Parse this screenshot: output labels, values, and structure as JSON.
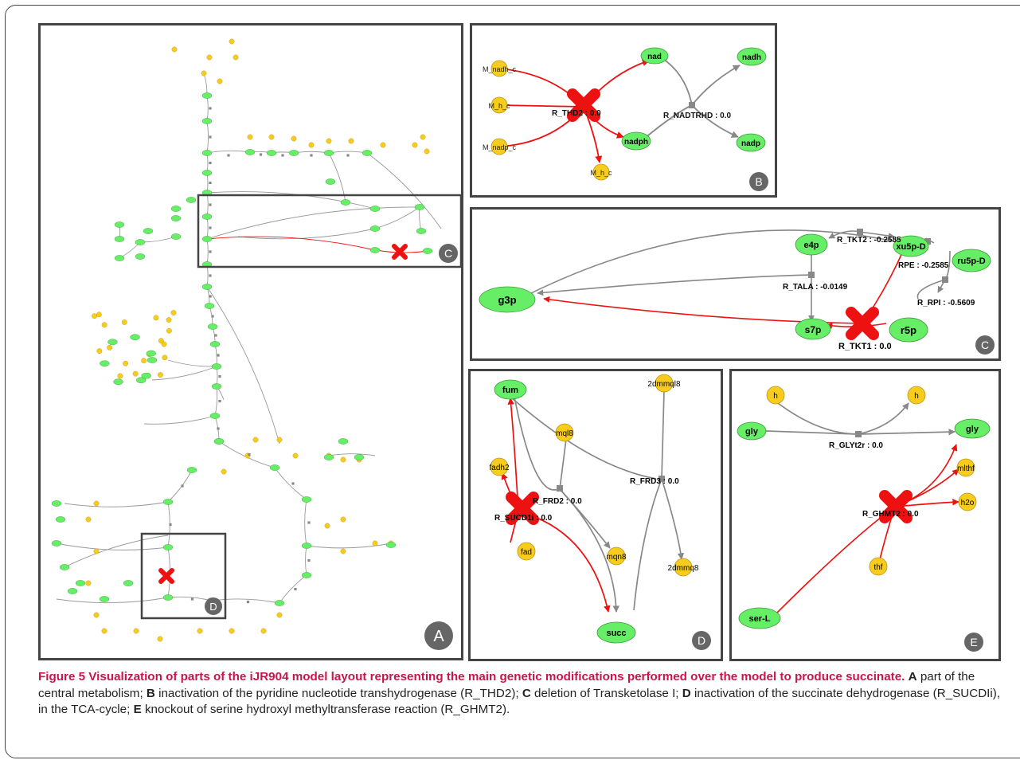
{
  "colors": {
    "metabolite_green": "#66ee66",
    "cofactor_yellow": "#f7cc1c",
    "reaction_square": "#888888",
    "edge_grey": "#888888",
    "edge_red": "#ee1111",
    "knockout_red": "#ee1111",
    "caption_title": "#c8154a",
    "panel_border": "#444444",
    "panel_letter_circle": "#666666"
  },
  "panels": {
    "A": {
      "letter": "A",
      "zoom_box_C_label": "C",
      "zoom_box_D_label": "D"
    },
    "B": {
      "letter": "B",
      "metabolites": {
        "m_nadh_c": "M_nadh_c",
        "m_h_c": "M_h_c",
        "m_nadp_c": "M_nadp_c",
        "m_h_c_out": "M_h_c",
        "nad": "nad",
        "nadph": "nadph",
        "nadh": "nadh",
        "nadp": "nadp"
      },
      "reactions": {
        "thd2": "R_THD2 : 0.0",
        "nadtrhd": "R_NADTRHD : 0.0"
      }
    },
    "C": {
      "letter": "C",
      "metabolites": {
        "e4p": "e4p",
        "xu5p": "xu5p-D",
        "ru5p": "ru5p-D",
        "g3p": "g3p",
        "s7p": "s7p",
        "r5p": "r5p"
      },
      "reactions": {
        "tkt2": "R_TKT2 : -0.2585",
        "rpe": "RPE : -0.2585",
        "tala": "R_TALA : -0.0149",
        "rpi": "R_RPI : -0.5609",
        "tkt1": "R_TKT1 : 0.0"
      }
    },
    "D": {
      "letter": "D",
      "metabolites": {
        "fum": "fum",
        "mql8": "mql8",
        "dmmql8": "2dmmql8",
        "fadh2": "fadh2",
        "fad": "fad",
        "mqn8": "mqn8",
        "dmmq8": "2dmmq8",
        "succ": "succ"
      },
      "reactions": {
        "frd2": "R_FRD2 : 0.0",
        "frd3": "R_FRD3 : 0.0",
        "sucdi": "R_SUCD1i : 0.0"
      }
    },
    "E": {
      "letter": "E",
      "metabolites": {
        "h_in": "h",
        "h_out": "h",
        "gly_in": "gly",
        "gly_out": "gly",
        "mlthf": "mlthf",
        "h2o": "h2o",
        "thf": "thf",
        "ser": "ser-L"
      },
      "reactions": {
        "glyt2r": "R_GLYt2r : 0.0",
        "ghmt2": "R_GHMT2 : 0.0"
      }
    }
  },
  "caption": {
    "title": "Figure 5 Visualization of parts of the iJR904 model layout representing the main genetic modifications performed over the model to produce succinate.",
    "a_label": "A",
    "a_text": " part of the central metabolism; ",
    "b_label": "B",
    "b_text": " inactivation of the pyridine nucleotide transhydrogenase (R_THD2); ",
    "c_label": "C",
    "c_text": " deletion of Transketolase I; ",
    "d_label": "D",
    "d_text": " inactivation of the succinate dehydrogenase (R_SUCDIi), in the TCA-cycle; ",
    "e_label": "E",
    "e_text": " knockout of serine hydroxyl methyltransferase reaction (R_GHMT2)."
  }
}
